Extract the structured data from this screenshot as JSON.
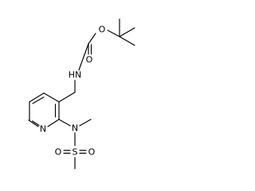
{
  "molecule": {
    "atoms": {
      "O_ether": "O",
      "O_carbonyl": "O",
      "N_carbamate": "HN",
      "N_pyridine": "N",
      "N_sulfonamide": "N",
      "S": "S",
      "O_sulfonyl_left": "O",
      "O_sulfonyl_right": "O"
    }
  }
}
